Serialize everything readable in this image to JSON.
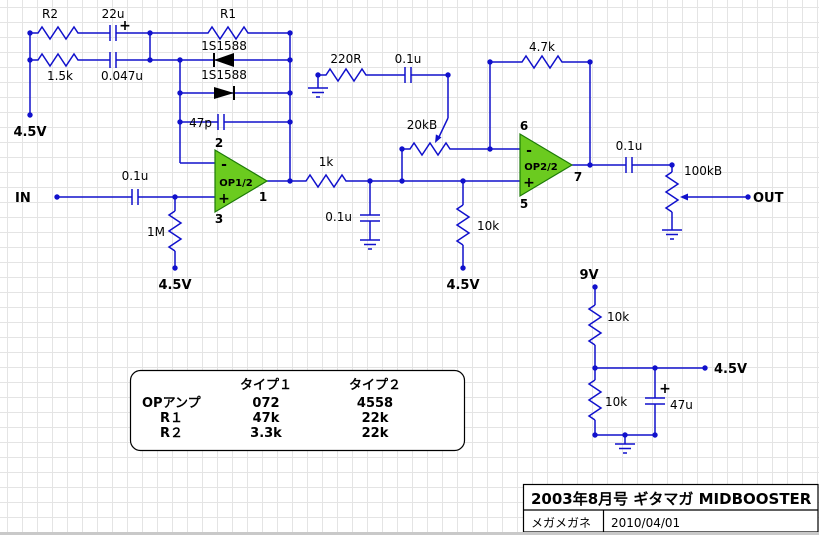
{
  "schematic": {
    "io": {
      "in": "IN",
      "out": "OUT"
    },
    "power": {
      "v45_left": "4.5V",
      "v45_in": "4.5V",
      "v45_mid": "4.5V",
      "v45_pwr": "4.5V",
      "v9": "9V"
    },
    "parts": {
      "r2": "R2",
      "c1": "22u",
      "r1": "R1",
      "r3": "1.5k",
      "c2": "0.047u",
      "d1": "1S1588",
      "d2": "1S1588",
      "c3": "47p",
      "c_in": "0.1u",
      "r_in": "1M",
      "r4": "220R",
      "c4": "0.1u",
      "pot1": "20kB",
      "r5": "1k",
      "c5": "0.1u",
      "r6": "10k",
      "r7": "4.7k",
      "c6": "0.1u",
      "pot2": "100kB",
      "r8": "10k",
      "r9": "10k",
      "c7": "47u",
      "plus": "+"
    },
    "op1": {
      "name": "OP1/2",
      "minus": "-",
      "plus": "+",
      "pin_in_minus": "2",
      "pin_in_plus": "3",
      "pin_out": "1"
    },
    "op2": {
      "name": "OP2/2",
      "minus": "-",
      "plus": "+",
      "pin_in_minus": "6",
      "pin_in_plus": "5",
      "pin_out": "7"
    }
  },
  "table": {
    "col1": "タイプ１",
    "col2": "タイプ２",
    "rows": [
      {
        "label": "OPアンプ",
        "v1": "072",
        "v2": "4558"
      },
      {
        "label": "R１",
        "v1": "47k",
        "v2": "22k"
      },
      {
        "label": "R２",
        "v1": "3.3k",
        "v2": "22k"
      }
    ]
  },
  "title_block": {
    "title": "2003年8月号 ギタマガ MIDBOOSTER",
    "author": "メガメガネ",
    "date": "2010/04/01"
  },
  "colors": {
    "wire": "#1111cc",
    "diode": "#000000",
    "opamp_fill": "#6bcb1f",
    "plus": "#cc0000"
  }
}
